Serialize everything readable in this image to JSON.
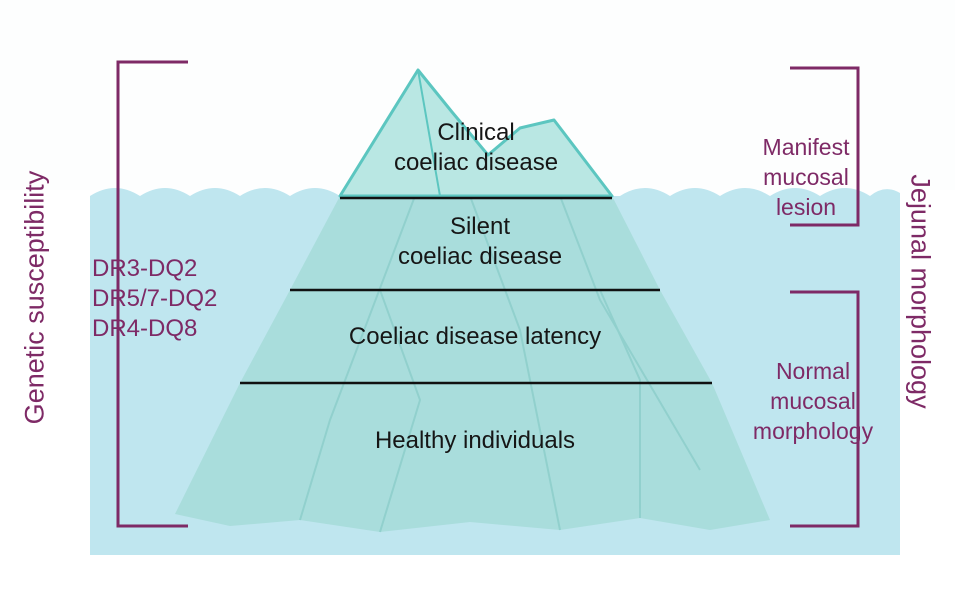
{
  "colors": {
    "sky": "#fdfefe",
    "water": "#bfe6ef",
    "ice": "#a8dede",
    "ice_edge": "#5cc6c0",
    "bracket": "#7e2a66",
    "level_line": "#111111",
    "label_text": "#161616",
    "side_text": "#7e2a66"
  },
  "tiers": [
    {
      "name": "Clinical",
      "line2": "coeliac disease"
    },
    {
      "name": "Silent",
      "line2": "coeliac disease"
    },
    {
      "name": "Coeliac disease latency"
    },
    {
      "name": "Healthy individuals"
    }
  ],
  "genotypes": [
    "DR3-DQ2",
    "DR5/7-DQ2",
    "DR4-DQ8"
  ],
  "left_axis_label": "Genetic susceptibility",
  "right_axis_label": "Jejunal morphology",
  "right_groups": {
    "upper": [
      "Manifest",
      "mucosal",
      "lesion"
    ],
    "lower": [
      "Normal",
      "mucosal",
      "morphology"
    ]
  }
}
